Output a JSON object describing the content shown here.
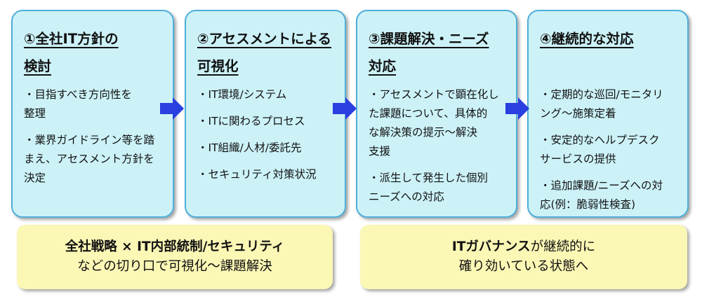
{
  "steps": [
    {
      "title_l1": "①全社IT方針の",
      "title_l2": "検討",
      "items": [
        [
          "・目指すべき方向性を",
          "整理"
        ],
        [
          "・業界ガイドライン等を踏",
          "まえ、アセスメント方針を",
          "決定"
        ]
      ]
    },
    {
      "title_l1": "②アセスメントによる",
      "title_l2": "可視化",
      "items": [
        [
          "・IT環境/システム"
        ],
        [
          "・ITに関わるプロセス"
        ],
        [
          "・IT組織/人材/委託先"
        ],
        [
          "・セキュリティ対策状況"
        ]
      ]
    },
    {
      "title_l1": "③課題解決・ニーズ",
      "title_l2": "対応",
      "items": [
        [
          "・アセスメントで顕在化し",
          "た課題について、具体的",
          "な解決策の提示～解決",
          "支援"
        ],
        [
          "・派生して発生した個別",
          "ニーズへの対応"
        ]
      ]
    },
    {
      "title_l1": "④継続的な対応",
      "title_l2": "",
      "items": [
        [
          "・定期的な巡回/モニタリ",
          "ング～施策定着"
        ],
        [
          "・安定的なヘルプデスク",
          "サービスの提供"
        ],
        [
          "・追加課題/ニーズへの対",
          "応(例：脆弱性検査)"
        ]
      ]
    }
  ],
  "notes": {
    "left": {
      "bold": "全社戦略 × IT内部統制/セキュリティ",
      "normal": "などの切り口で可視化～課題解決"
    },
    "right": {
      "bold": "ITガバナンス",
      "rest": "が継続的に",
      "line2": "確り効いている状態へ"
    }
  },
  "colors": {
    "box_fill": "#ccf2f8",
    "box_border": "#4faed8",
    "arrow": "#2a3fe0",
    "note_fill": "#fbf7b5"
  }
}
